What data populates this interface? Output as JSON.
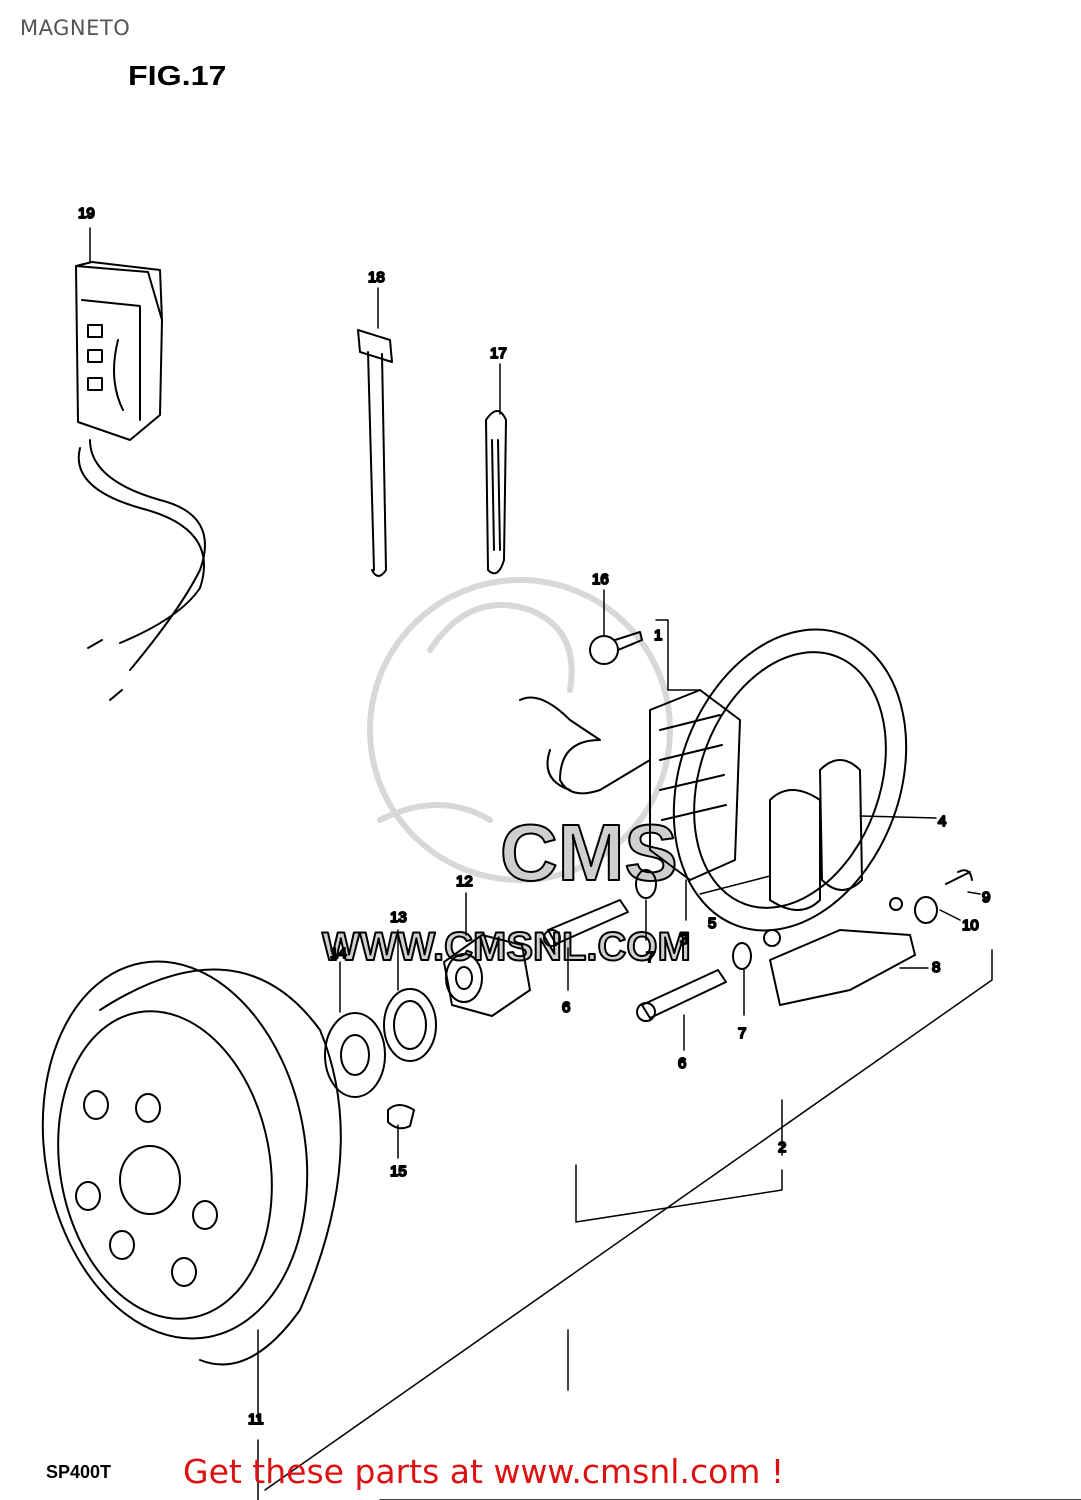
{
  "header": {
    "title": "MAGNETO",
    "figure": "FIG.17"
  },
  "watermark": {
    "logo_text": "CMS",
    "url_text": "WWW.CMSNL.COM"
  },
  "callouts": {
    "n1": "1",
    "n2": "2",
    "n3": "3",
    "n4": "4",
    "n5": "5",
    "n6a": "6",
    "n6b": "6",
    "n7a": "7",
    "n7b": "7",
    "n8": "8",
    "n9": "9",
    "n10": "10",
    "n11": "11",
    "n12": "12",
    "n13": "13",
    "n14": "14",
    "n15": "15",
    "n16": "16",
    "n17": "17",
    "n18": "18",
    "n19": "19"
  },
  "footer": {
    "code": "SP400T",
    "link_text": "Get these parts at www.cmsnl.com !"
  }
}
